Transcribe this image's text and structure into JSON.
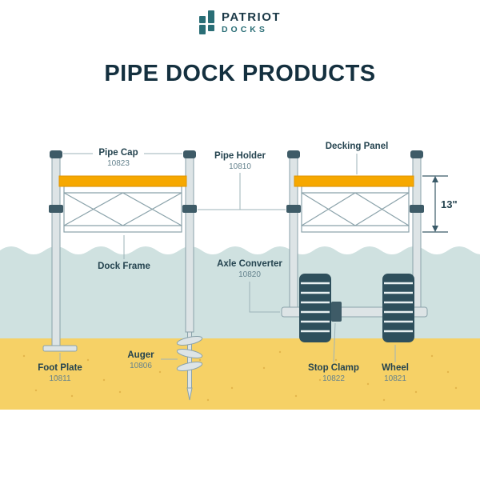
{
  "logo": {
    "brand": "PATRIOT",
    "sub_brand": "DOCKS"
  },
  "title": "PIPE DOCK PRODUCTS",
  "diagram": {
    "labels": {
      "pipe_cap": {
        "name": "Pipe Cap",
        "part_number": "10823"
      },
      "pipe_holder": {
        "name": "Pipe Holder",
        "part_number": "10810"
      },
      "decking_panel": {
        "name": "Decking Panel"
      },
      "dock_frame": {
        "name": "Dock Frame"
      },
      "axle_converter": {
        "name": "Axle Converter",
        "part_number": "10820"
      },
      "foot_plate": {
        "name": "Foot Plate",
        "part_number": "10811"
      },
      "auger": {
        "name": "Auger",
        "part_number": "10806"
      },
      "stop_clamp": {
        "name": "Stop Clamp",
        "part_number": "10822"
      },
      "wheel": {
        "name": "Wheel",
        "part_number": "10821"
      },
      "height_dimension": "13\""
    }
  },
  "colors": {
    "navy": "#1b3947",
    "teal": "#2a6e76",
    "orange": "#f6a800",
    "orange-dark": "#df9300",
    "water": "#cfe1e0",
    "sand": "#f6d166",
    "sand-dot": "#e3b54b",
    "pipe": "#dde4e6",
    "pipe-stroke": "#8aa2aa",
    "dark": "#3e5b67",
    "wheel": "#2e4f5c",
    "leader": "#9db3b9",
    "sku": "#64828d",
    "label": "#24434f"
  }
}
